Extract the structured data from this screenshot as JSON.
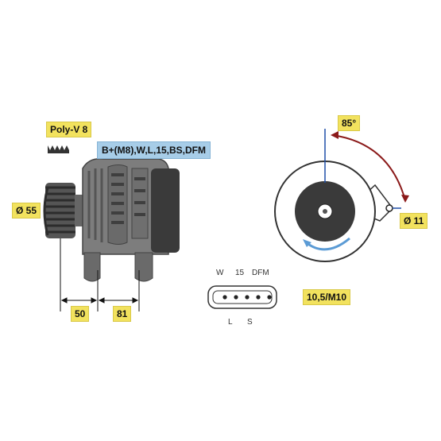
{
  "labels": {
    "pulley": "Poly-V 8",
    "terminals": "B+(M8),W,L,15,BS,DFM",
    "diameter": "Ø 55",
    "dim_left": "50",
    "dim_right": "81",
    "angle": "85°",
    "hole": "Ø 11",
    "thread": "10,5/M10"
  },
  "connector": {
    "top": [
      "W",
      "15",
      "DFM"
    ],
    "bottom": [
      "L",
      "S"
    ]
  },
  "colors": {
    "label_yellow": "#f2e25e",
    "label_blue": "#a7cde8",
    "body_grey": "#7d7d7d",
    "dark_grey": "#3a3a3a",
    "angle_arrow": "#8b1a1a",
    "axis_blue": "#1f4fa8",
    "rotation_arrow": "#5b9bd5"
  }
}
